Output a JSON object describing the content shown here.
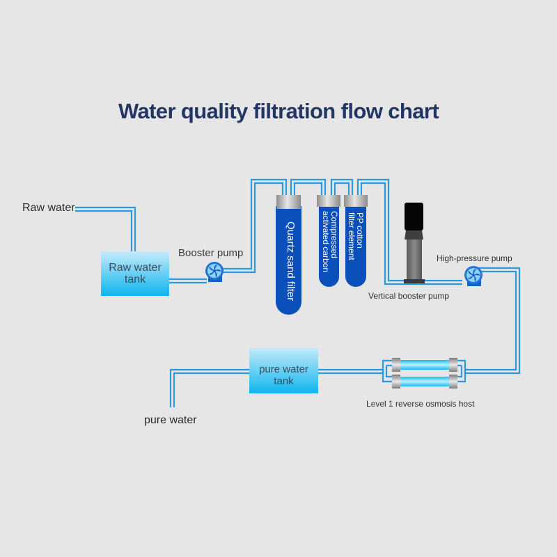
{
  "title": "Water quality filtration flow chart",
  "colors": {
    "title": "#233764",
    "pipe": "#2a9ae0",
    "tank_top": "#bfe8fb",
    "tank_bottom": "#13b7ef",
    "filter_body": "#0b4fba",
    "cap_gray": "#a8a8a8",
    "pump_blue": "#1460c9",
    "ro_tube": "#31c7f3",
    "background": "#e6e6e6"
  },
  "nodes": {
    "raw_water": {
      "label": "Raw water"
    },
    "raw_water_tank": {
      "line1": "Raw water",
      "line2": "tank"
    },
    "booster_pump": {
      "label": "Booster pump",
      "icon": "fan-pump-icon"
    },
    "quartz_sand_filter": {
      "label": "Quartz sand filter"
    },
    "activated_carbon": {
      "line1": "Compressed",
      "line2": "activated carbon"
    },
    "pp_cotton": {
      "line1": "PP cotton",
      "line2": "filter element"
    },
    "vertical_booster_pump": {
      "label": "Vertical booster pump"
    },
    "high_pressure_pump": {
      "label": "High-pressure pump",
      "icon": "fan-pump-icon"
    },
    "ro_host": {
      "label": "Level 1 reverse osmosis host"
    },
    "pure_water_tank": {
      "line1": "pure water",
      "line2": "tank"
    },
    "pure_water": {
      "label": "pure water"
    }
  },
  "flow_order": [
    "Raw water",
    "Raw water tank",
    "Booster pump",
    "Quartz sand filter",
    "Compressed activated carbon",
    "PP cotton filter element",
    "Vertical booster pump",
    "High-pressure pump",
    "Level 1 reverse osmosis host",
    "pure water tank",
    "pure water"
  ]
}
